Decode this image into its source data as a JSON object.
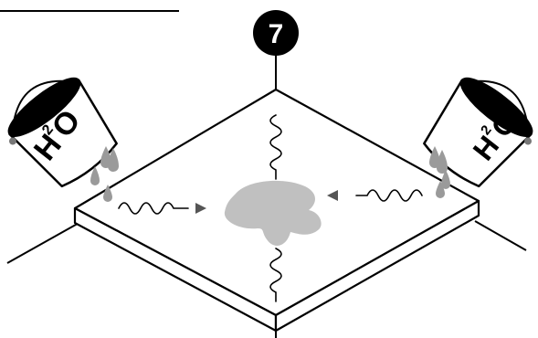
{
  "step": {
    "number": "7"
  },
  "left_bucket": {
    "formula_main": "H",
    "formula_sub": "2",
    "formula_tail": "O"
  },
  "right_bucket": {
    "formula_main": "H",
    "formula_sub": "2",
    "formula_tail": "O"
  },
  "colors": {
    "outline": "#000000",
    "water": "#9a9a9a",
    "stain": "#c0c0c0",
    "arrow": "#555555",
    "badge_bg": "#000000",
    "badge_text": "#ffffff"
  }
}
